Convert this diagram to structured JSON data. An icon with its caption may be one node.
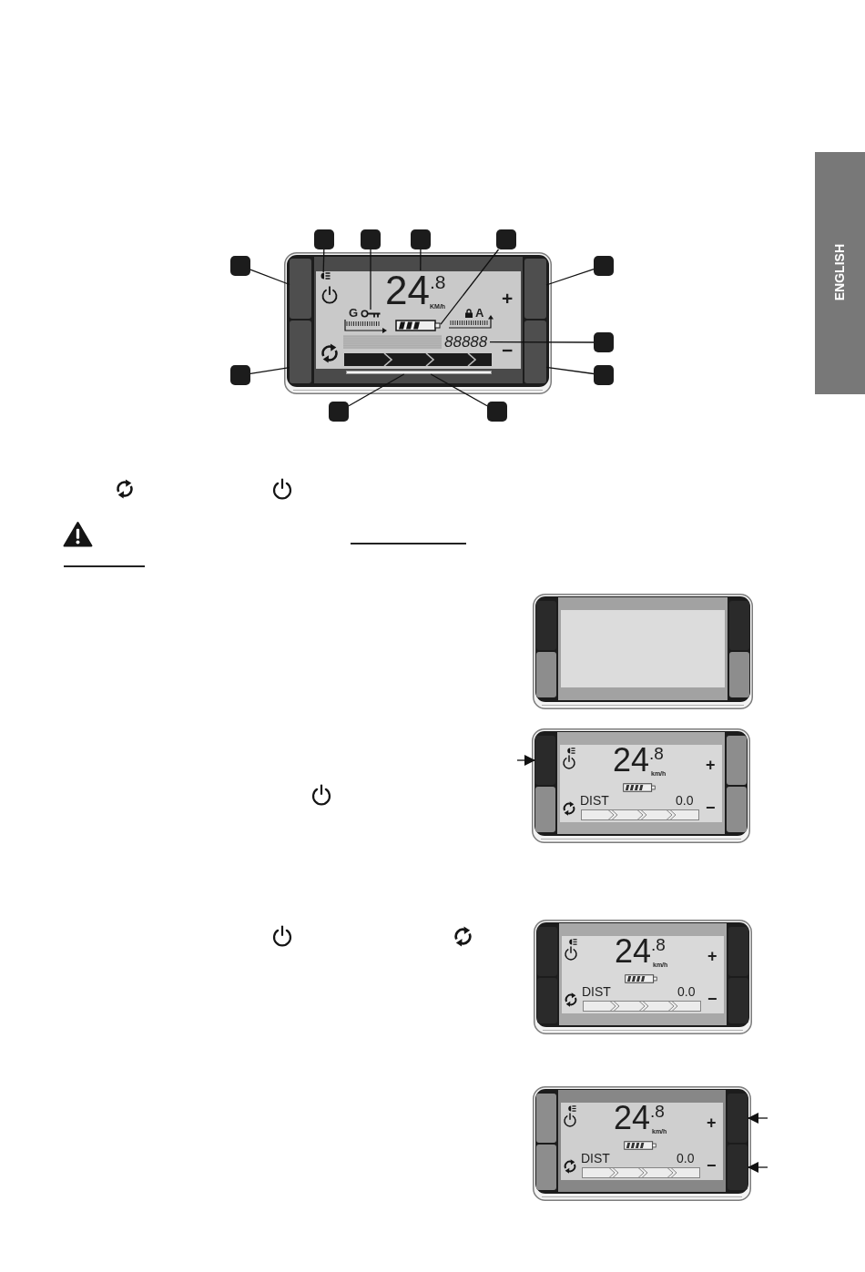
{
  "diagram": {
    "nodes": [
      {
        "text": [],
        "shape": "box"
      },
      {
        "text": [],
        "shape": "box"
      },
      {
        "text": [],
        "shape": "box"
      },
      {
        "text": [],
        "shape": "box"
      },
      {
        "text": [],
        "shape": "box"
      },
      {
        "text": [],
        "shape": "box"
      },
      {
        "text": [],
        "shape": "box"
      },
      {
        "text": [],
        "shape": "box"
      },
      {
        "text": [],
        "shape": "box"
      },
      {
        "text": [],
        "shape": "box"
      },
      {
        "text": [],
        "shape": "box"
      },
      {
        "text": [],
        "shape": "box"
      },
      {
        "text": [],
        "shape": "box"
      },
      {
        "text": [],
        "shape": "picture"
      },
      {
        "text": [],
        "shape": "picture"
      },
      {
        "text": [
          "24",
          ".8",
          "KM/h"
        ]
      },
      {
        "text": [],
        "shape": "picture"
      },
      {
        "text": [],
        "shape": "box"
      },
      {
        "text": [
          "88888"
        ]
      },
      {
        "text": [],
        "shape": "box"
      },
      {
        "text": [],
        "shape": "bar"
      },
      {
        "text": [],
        "shape": "box"
      },
      {
        "text": [],
        "shape": "box"
      },
      {
        "text": [],
        "shape": "box"
      }
    ],
    "edges": [
      {
        "from": 0,
        "to": 13,
        "arrow": "none"
      },
      {
        "from": 1,
        "to": 14,
        "arrow": "none"
      },
      {
        "from": 2,
        "to": 15,
        "arrow": "none"
      },
      {
        "from": 3,
        "to": 16,
        "arrow": "none"
      },
      {
        "from": 4,
        "to": 11,
        "arrow": "none"
      },
      {
        "from": 5,
        "to": 17,
        "arrow": "none"
      },
      {
        "from": 6,
        "to": 18,
        "arrow": "none"
      },
      {
        "from": 7,
        "to": 12,
        "arrow": "none"
      },
      {
        "from": 8,
        "to": 19,
        "arrow": "none"
      },
      {
        "from": 9,
        "to": 20,
        "arrow": "none"
      },
      {
        "from": 10,
        "to": 20,
        "arrow": "none"
      },
      {
        "from": null,
        "to": 21,
        "arrow": "to"
      },
      {
        "from": null,
        "to": 22,
        "arrow": "to"
      },
      {
        "from": null,
        "to": 23,
        "arrow": "to"
      }
    ],
    "labels": [
      "ENGLISH",
      "+",
      "G",
      "A",
      "−",
      "24",
      ".8",
      "km/h",
      "+",
      "DIST",
      "0.0",
      "−",
      "24",
      ".8",
      "km/h",
      "+",
      "DIST",
      "0.0",
      "−",
      "24",
      ".8",
      "km/h",
      "+",
      "DIST",
      "0.0",
      "−"
    ]
  }
}
